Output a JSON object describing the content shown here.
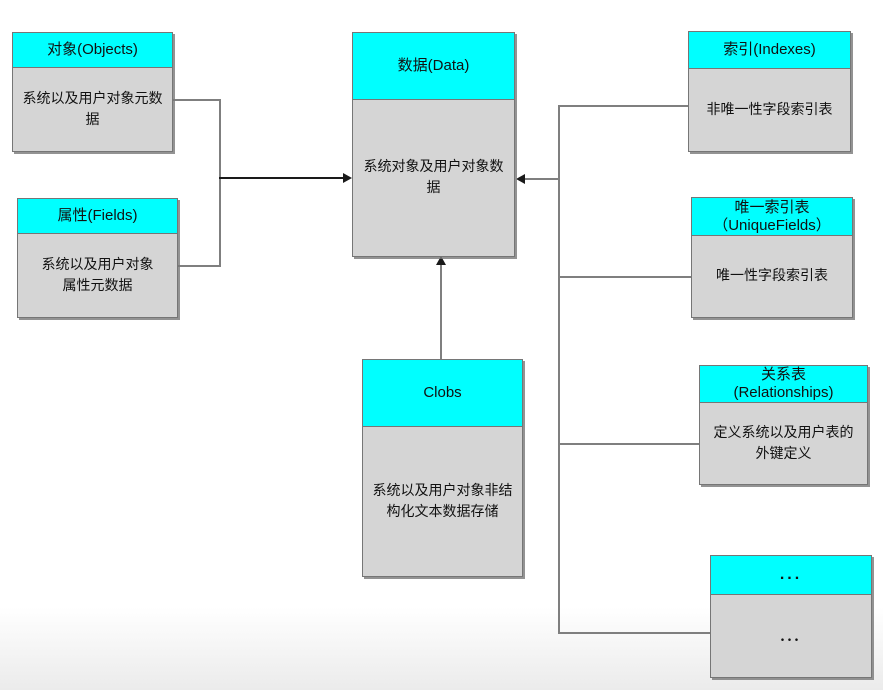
{
  "diagram": {
    "colors": {
      "header": "#00ffff",
      "body": "#d5d5d5",
      "border": "#767676",
      "connector": "#7f7f7f",
      "arrow": "#1a1a1a"
    },
    "boxes": [
      {
        "id": "objects",
        "title": "对象(Objects)",
        "body": "系统以及用户对象元数\n据"
      },
      {
        "id": "fields",
        "title": "属性(Fields)",
        "body": "系统以及用户对象\n属性元数据"
      },
      {
        "id": "data",
        "title": "数据(Data)",
        "body": "系统对象及用户对象数\n据"
      },
      {
        "id": "clobs",
        "title": "Clobs",
        "body": "系统以及用户对象非结\n构化文本数据存储"
      },
      {
        "id": "indexes",
        "title": "索引(Indexes)",
        "body": "非唯一性字段索引表"
      },
      {
        "id": "unique-fields",
        "title": "唯一索引表\n（UniqueFields）",
        "body": "唯一性字段索引表"
      },
      {
        "id": "relationships",
        "title": "关系表\n(Relationships)",
        "body": "定义系统以及用户表的\n外键定义"
      },
      {
        "id": "more",
        "title": "...",
        "body": "..."
      }
    ]
  }
}
